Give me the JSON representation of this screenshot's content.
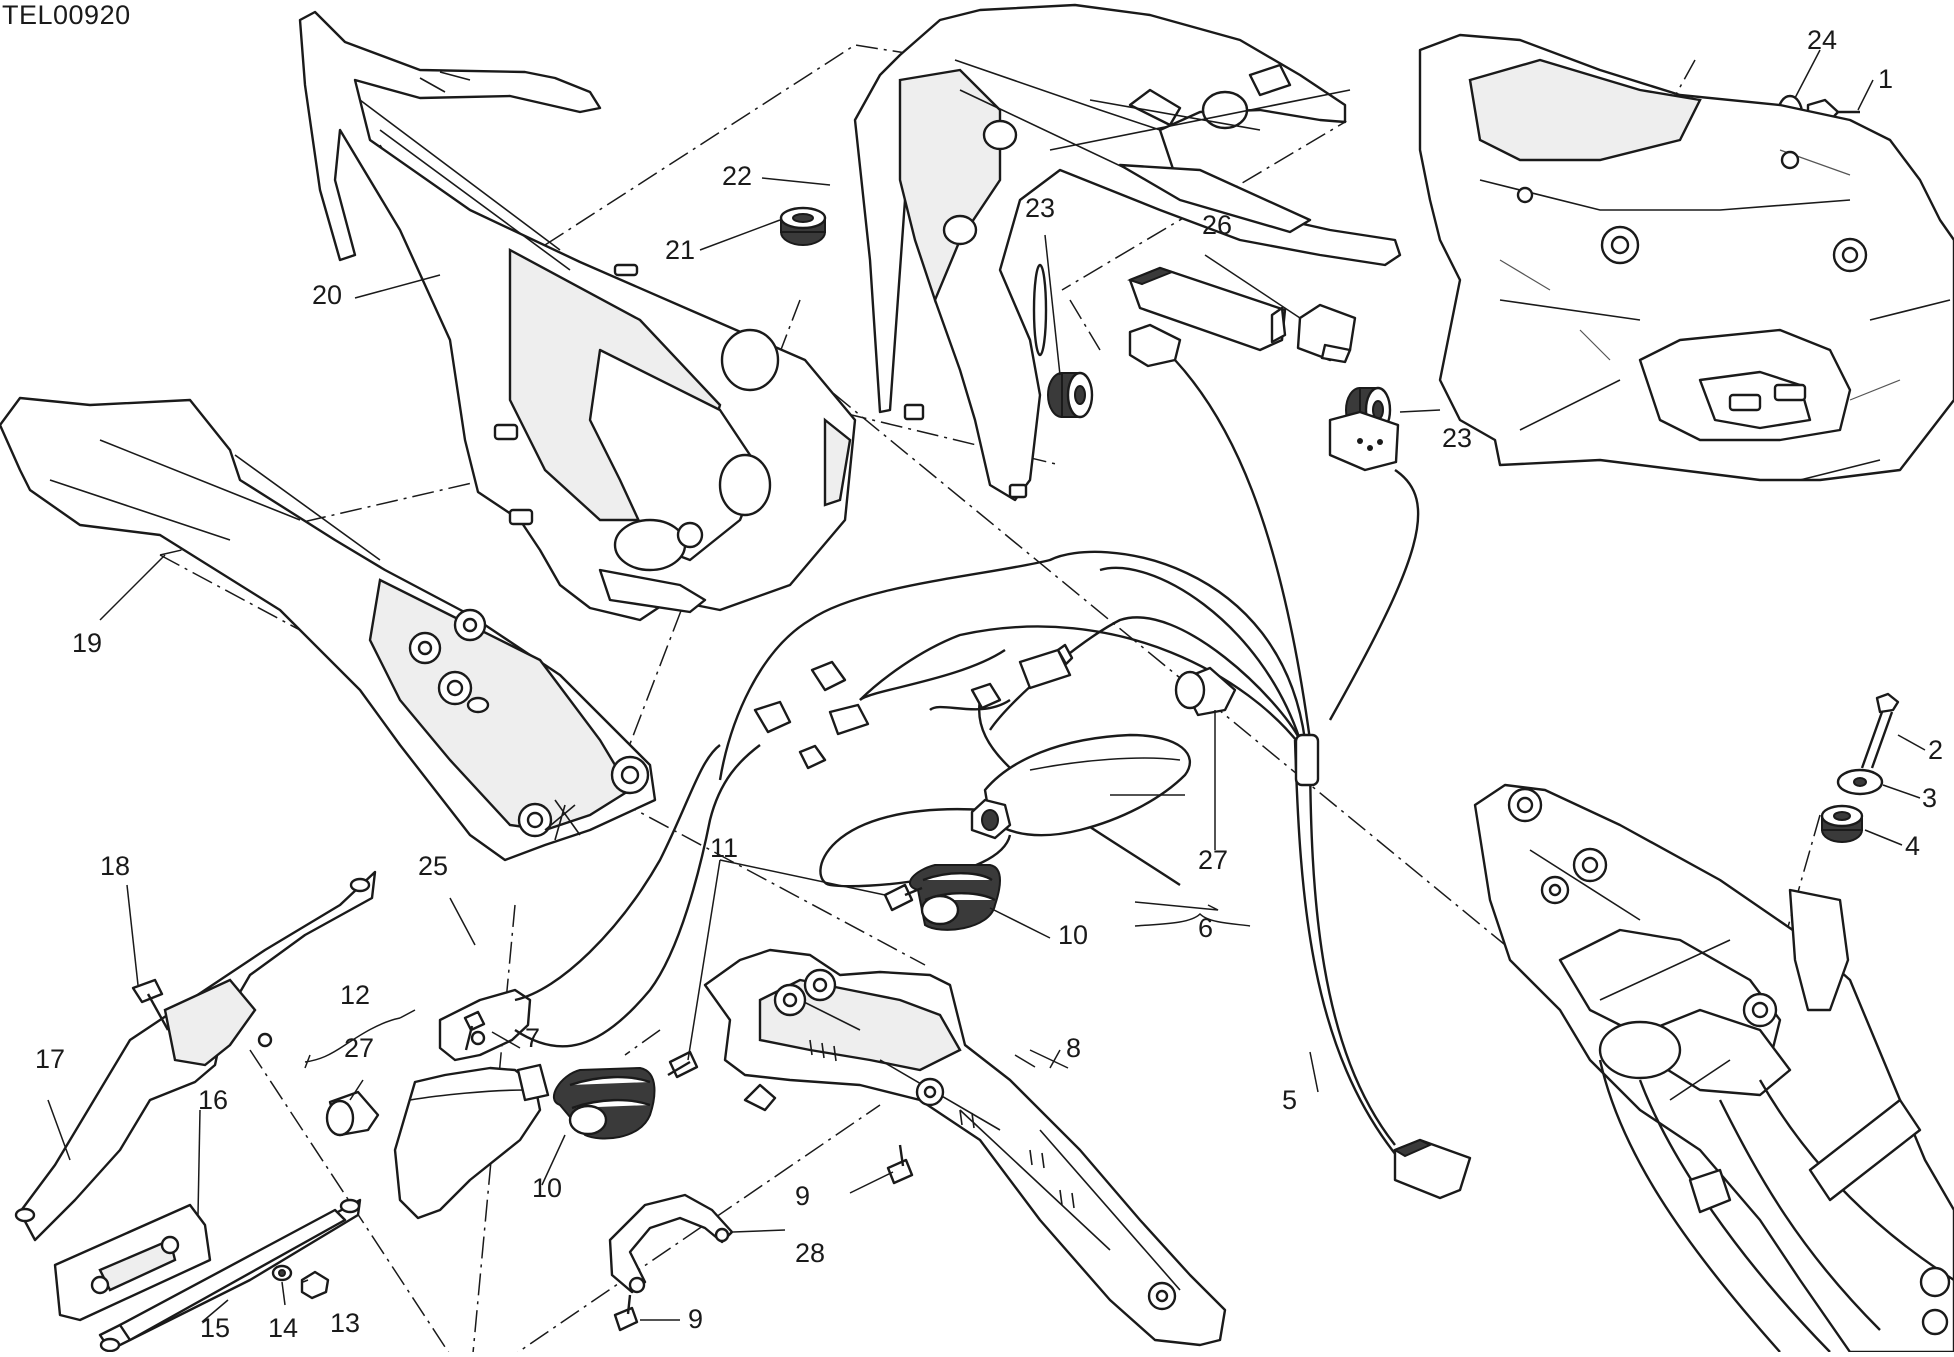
{
  "drawing_code": "TEL00920",
  "callouts": [
    {
      "id": "c1",
      "text": "1"
    },
    {
      "id": "c2",
      "text": "2"
    },
    {
      "id": "c3",
      "text": "3"
    },
    {
      "id": "c4",
      "text": "4"
    },
    {
      "id": "c5",
      "text": "5"
    },
    {
      "id": "c6",
      "text": "6"
    },
    {
      "id": "c7",
      "text": "7"
    },
    {
      "id": "c8",
      "text": "8"
    },
    {
      "id": "c9a",
      "text": "9"
    },
    {
      "id": "c9b",
      "text": "9"
    },
    {
      "id": "c10a",
      "text": "10"
    },
    {
      "id": "c10b",
      "text": "10"
    },
    {
      "id": "c11",
      "text": "11"
    },
    {
      "id": "c12",
      "text": "12"
    },
    {
      "id": "c13",
      "text": "13"
    },
    {
      "id": "c14",
      "text": "14"
    },
    {
      "id": "c15",
      "text": "15"
    },
    {
      "id": "c16",
      "text": "16"
    },
    {
      "id": "c17",
      "text": "17"
    },
    {
      "id": "c18",
      "text": "18"
    },
    {
      "id": "c19",
      "text": "19"
    },
    {
      "id": "c20",
      "text": "20"
    },
    {
      "id": "c21",
      "text": "21"
    },
    {
      "id": "c22",
      "text": "22"
    },
    {
      "id": "c23a",
      "text": "23"
    },
    {
      "id": "c23b",
      "text": "23"
    },
    {
      "id": "c24",
      "text": "24"
    },
    {
      "id": "c25",
      "text": "25"
    },
    {
      "id": "c26",
      "text": "26"
    },
    {
      "id": "c27a",
      "text": "27"
    },
    {
      "id": "c27b",
      "text": "27"
    },
    {
      "id": "c28",
      "text": "28"
    }
  ]
}
